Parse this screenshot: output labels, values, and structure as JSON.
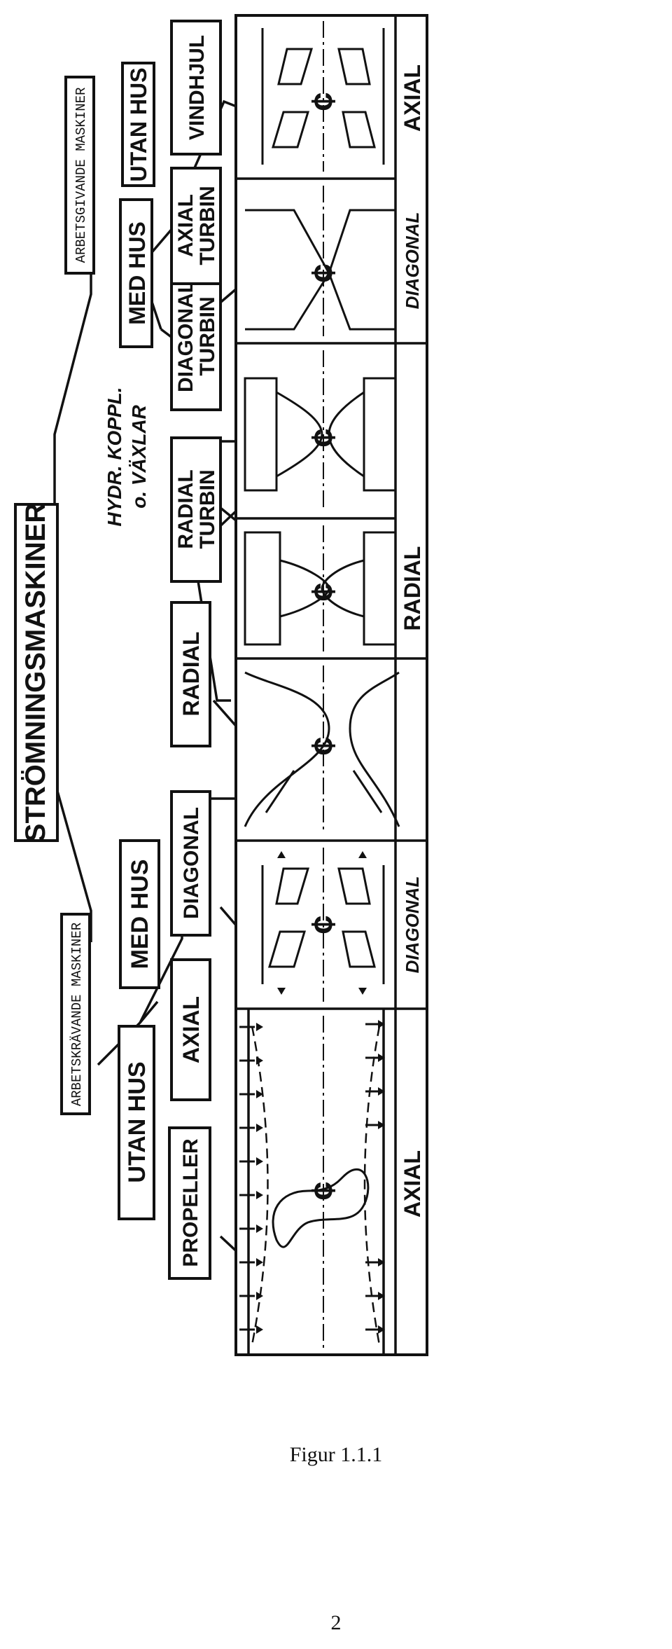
{
  "diagram": {
    "root": "STRÖMNINGSMASKINER",
    "branches": {
      "left": "ARBETSKRÄVANDE MASKINER",
      "right": "ARBETSGIVANDE MASKINER"
    },
    "groups": {
      "left_utan_hus": "UTAN HUS",
      "left_med_hus": "MED HUS",
      "right_med_hus": "MED HUS",
      "right_utan_hus": "UTAN HUS"
    },
    "hydr_note": [
      "HYDR. KOPPL.",
      "o. VÄXLAR"
    ],
    "machines": [
      {
        "id": "propeller",
        "label": [
          "PROPELLER"
        ]
      },
      {
        "id": "axial",
        "label": [
          "AXIAL"
        ]
      },
      {
        "id": "diagonal",
        "label": [
          "DIAGONAL"
        ]
      },
      {
        "id": "radial",
        "label": [
          "RADIAL"
        ]
      },
      {
        "id": "radial-turbin",
        "label": [
          "RADIAL",
          "TURBIN"
        ]
      },
      {
        "id": "diagonal-turbin",
        "label": [
          "DIAGONAL",
          "TURBIN"
        ]
      },
      {
        "id": "axial-turbin",
        "label": [
          "AXIAL",
          "TURBIN"
        ]
      },
      {
        "id": "vindhjul",
        "label": [
          "VINDHJUL"
        ]
      }
    ],
    "bottom_labels": [
      "AXIAL",
      "DIAGONAL",
      "RADIAL",
      "DIAGONAL",
      "AXIAL"
    ],
    "centerline_symbol": "¢"
  },
  "caption": "Figur 1.1.1",
  "page_number": "2"
}
